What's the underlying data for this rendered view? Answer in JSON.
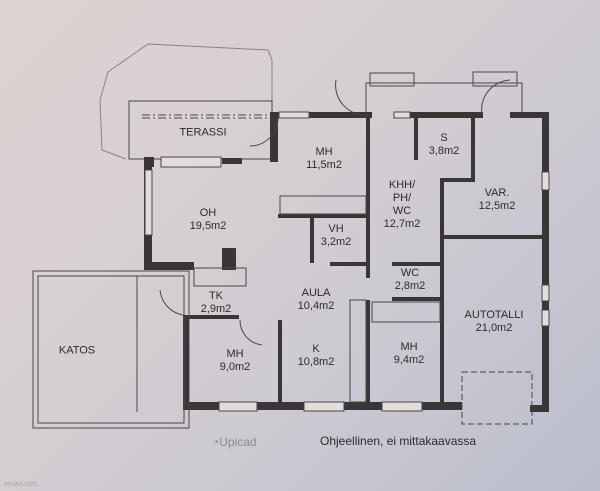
{
  "plan": {
    "rooms": [
      {
        "id": "terassi",
        "name": "TERASSI",
        "area": ""
      },
      {
        "id": "oh",
        "name": "OH",
        "area": "19,5m2"
      },
      {
        "id": "mh1",
        "name": "MH",
        "area": "11,5m2"
      },
      {
        "id": "s",
        "name": "S",
        "area": "3,8m2"
      },
      {
        "id": "khh",
        "name": "KHH/\nPH/\nWC",
        "area": "12,7m2"
      },
      {
        "id": "var",
        "name": "VAR.",
        "area": "12,5m2"
      },
      {
        "id": "vh",
        "name": "VH",
        "area": "3,2m2"
      },
      {
        "id": "wc",
        "name": "WC",
        "area": "2,8m2"
      },
      {
        "id": "aula",
        "name": "AULA",
        "area": "10,4m2"
      },
      {
        "id": "tk",
        "name": "TK",
        "area": "2,9m2"
      },
      {
        "id": "autotalli",
        "name": "AUTOTALLI",
        "area": "21,0m2"
      },
      {
        "id": "katos",
        "name": "KATOS",
        "area": ""
      },
      {
        "id": "mh2",
        "name": "MH",
        "area": "9,0m2"
      },
      {
        "id": "k",
        "name": "K",
        "area": "10,8m2"
      },
      {
        "id": "mh3",
        "name": "MH",
        "area": "9,4m2"
      }
    ],
    "note": "Ohjeellinen, ei mittakaavassa",
    "logo": "Upicad",
    "watermark": "etuovi.com",
    "colors": {
      "wall": "#3a3638",
      "line": "#4a4649"
    }
  }
}
